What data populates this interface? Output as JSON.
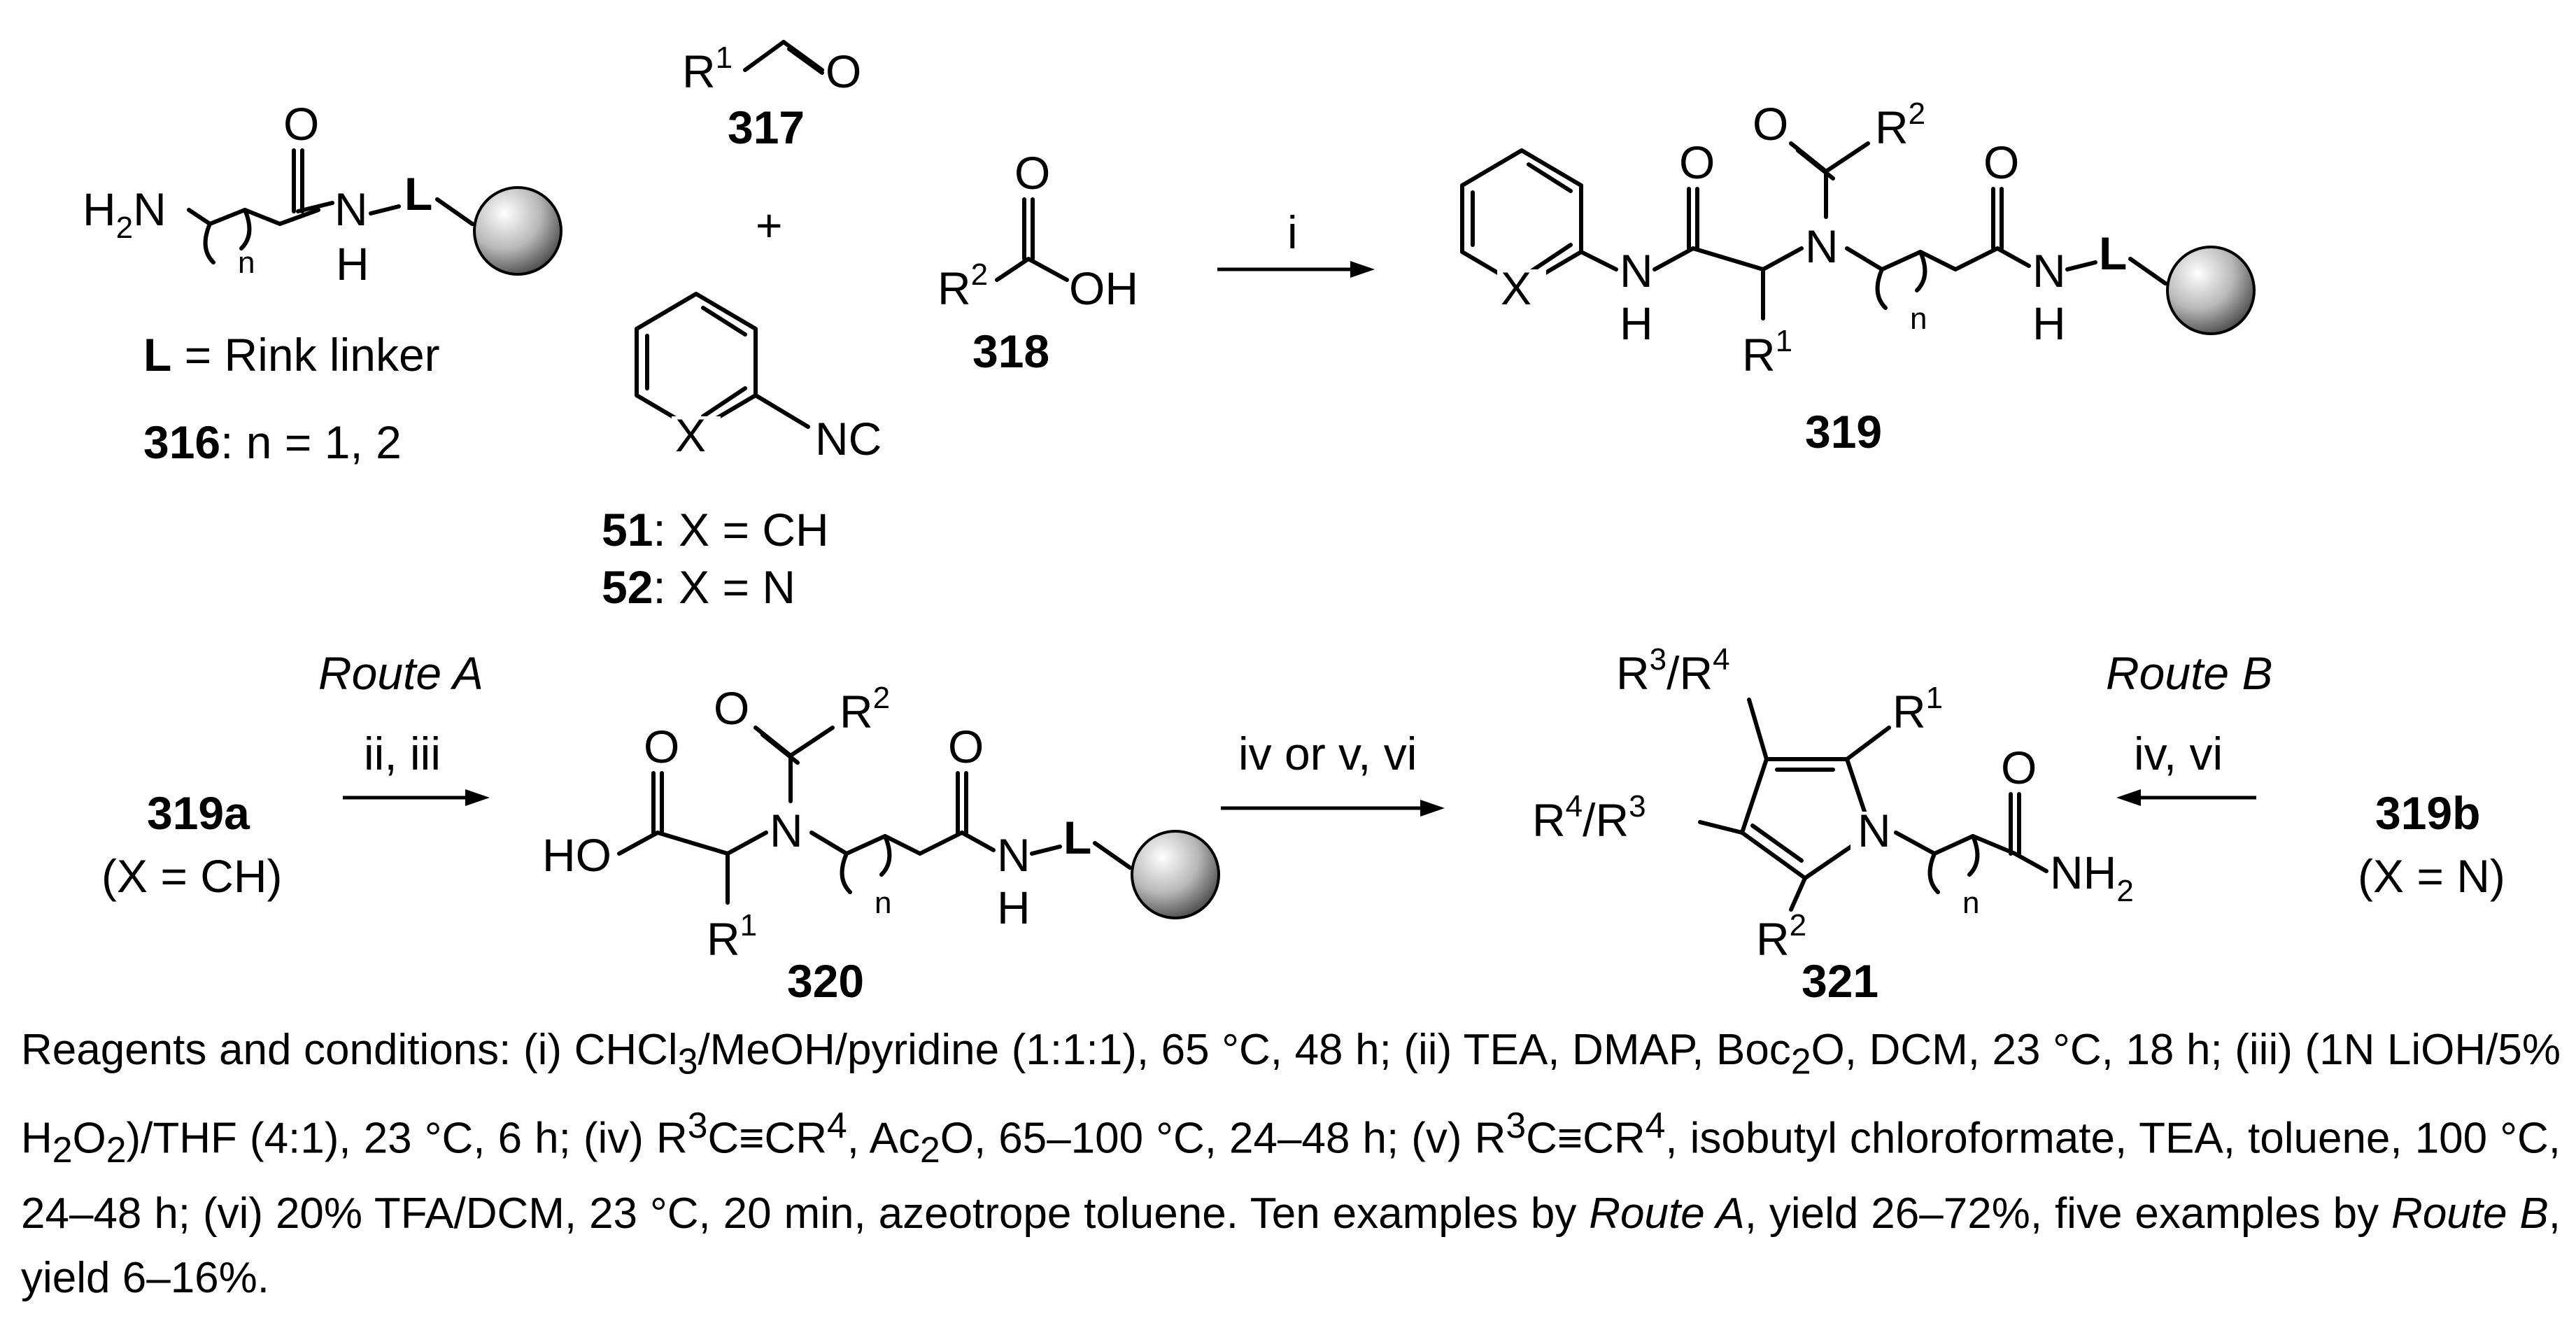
{
  "compounds": {
    "c316": "316",
    "c317": "317",
    "c318": "318",
    "c319": "319",
    "c320": "320",
    "c321": "321",
    "c51": "51",
    "c52": "52",
    "c319a": "319a",
    "c319b": "319b"
  },
  "labels": {
    "L_bold": "L",
    "rink_text": " = Rink linker",
    "c316_text": ": n = 1, 2",
    "c51_text": ": X = CH",
    "c52_text": ": X = N",
    "c319a_cond": "(X = CH)",
    "c319b_cond": "(X = N)",
    "plus": "+",
    "NC": "NC",
    "X": "X",
    "N": "N",
    "H": "H",
    "O": "O",
    "OH": "OH",
    "HO": "HO",
    "NH2": "NH",
    "H2N": "H",
    "n": "n",
    "R": "R",
    "one": "1",
    "two": "2",
    "three": "3",
    "four": "4",
    "slash": "/"
  },
  "arrows": {
    "step1": "i",
    "routeA_label": "Route A",
    "routeA_reagents": "ii, iii",
    "step2": "iv or v, vi",
    "routeB_label": "Route B",
    "routeB_reagents": "iv, vi"
  },
  "conditions": {
    "segments": [
      {
        "t": "Reagents and conditions: (i) CHCl"
      },
      {
        "t": "3",
        "sub": true
      },
      {
        "t": "/MeOH/pyridine (1:1:1), 65 °C, 48 h; (ii) TEA, DMAP, Boc"
      },
      {
        "t": "2",
        "sub": true
      },
      {
        "t": "O, DCM, 23 °C, 18 h; (iii) (1N LiOH/5% H"
      },
      {
        "t": "2",
        "sub": true
      },
      {
        "t": "O"
      },
      {
        "t": "2",
        "sub": true
      },
      {
        "t": ")/THF (4:1), 23 °C, 6 h; (iv) R"
      },
      {
        "t": "3",
        "sup": true
      },
      {
        "t": "C≡CR"
      },
      {
        "t": "4",
        "sup": true
      },
      {
        "t": ", Ac"
      },
      {
        "t": "2",
        "sub": true
      },
      {
        "t": "O, 65–100 °C, 24–48 h; (v) R"
      },
      {
        "t": "3",
        "sup": true
      },
      {
        "t": "C≡CR"
      },
      {
        "t": "4",
        "sup": true
      },
      {
        "t": ", isobutyl chloroformate, TEA, toluene, 100 °C, 24–48 h; (vi) 20% TFA/DCM, 23 °C, 20 min, azeotrope toluene. Ten examples by "
      },
      {
        "t": "Route A",
        "i": true
      },
      {
        "t": ", yield 26–72%, five examples by "
      },
      {
        "t": "Route B",
        "i": true
      },
      {
        "t": ", yield 6–16%."
      }
    ]
  },
  "colors": {
    "bead_light": "#ffffff",
    "bead_dark": "#4a4a4a",
    "ink": "#000000"
  }
}
